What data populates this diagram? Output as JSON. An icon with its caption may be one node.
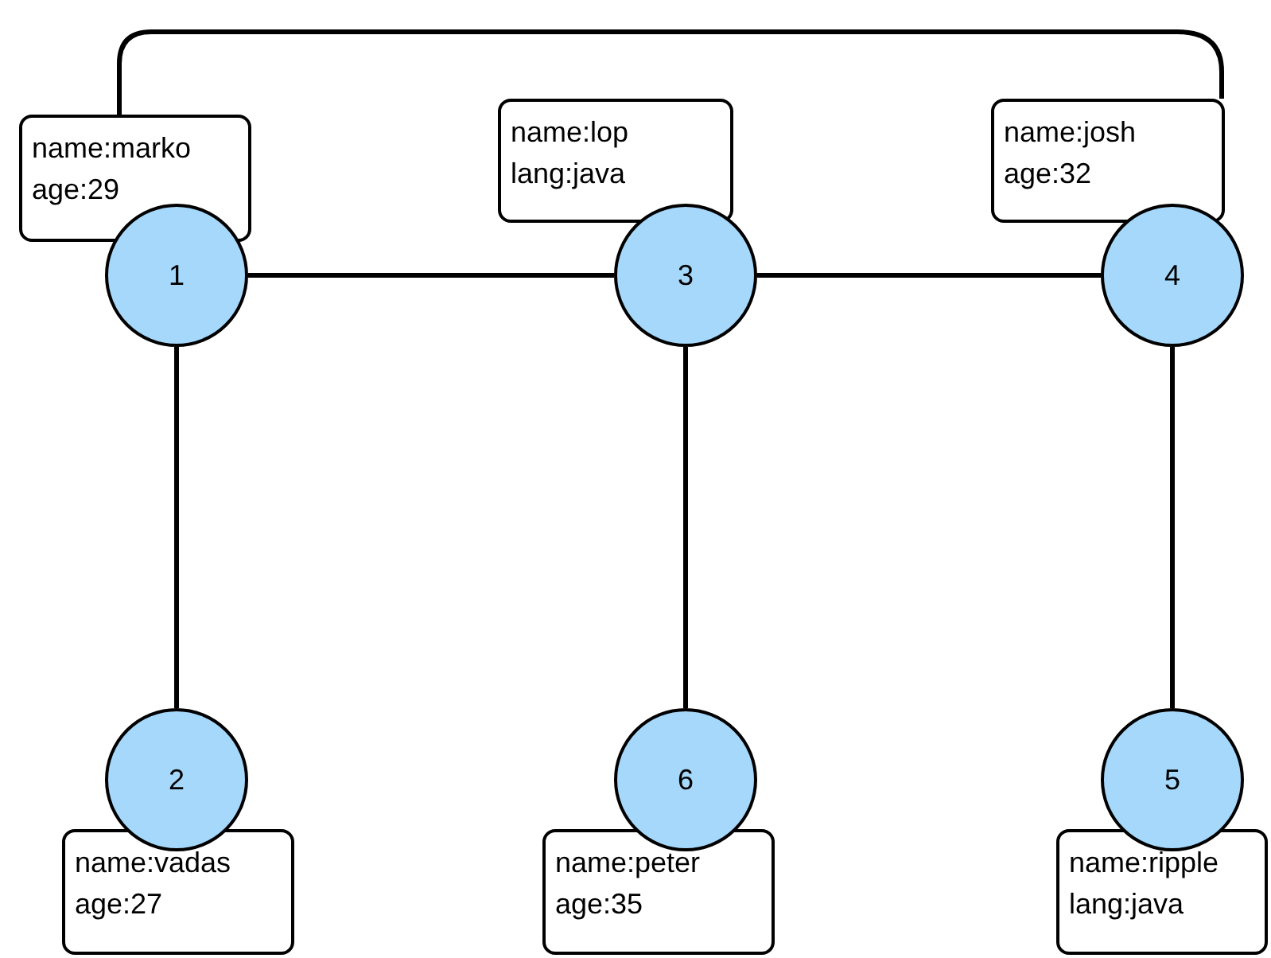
{
  "diagram": {
    "nodes": [
      {
        "text": [
          "name:marko",
          "age:29"
        ]
      },
      {
        "text": [
          "name:lop",
          "lang:java"
        ]
      },
      {
        "text": [
          "name:josh",
          "age:32"
        ]
      },
      {
        "text": [
          "1"
        ]
      },
      {
        "text": [
          "3"
        ]
      },
      {
        "text": [
          "4"
        ]
      },
      {
        "text": [
          "2"
        ]
      },
      {
        "text": [
          "6"
        ]
      },
      {
        "text": [
          "5"
        ]
      },
      {
        "text": [
          "name:vadas",
          "age:27"
        ]
      },
      {
        "text": [
          "name:peter",
          "age:35"
        ]
      },
      {
        "text": [
          "name:ripple",
          "lang:java"
        ]
      }
    ],
    "edges": [
      {
        "from": 0,
        "to": 2,
        "arrow": "none"
      },
      {
        "from": 3,
        "to": 4,
        "arrow": "none"
      },
      {
        "from": 4,
        "to": 5,
        "arrow": "none"
      },
      {
        "from": 3,
        "to": 6,
        "arrow": "none"
      },
      {
        "from": 4,
        "to": 7,
        "arrow": "none"
      },
      {
        "from": 5,
        "to": 8,
        "arrow": "none"
      }
    ]
  }
}
